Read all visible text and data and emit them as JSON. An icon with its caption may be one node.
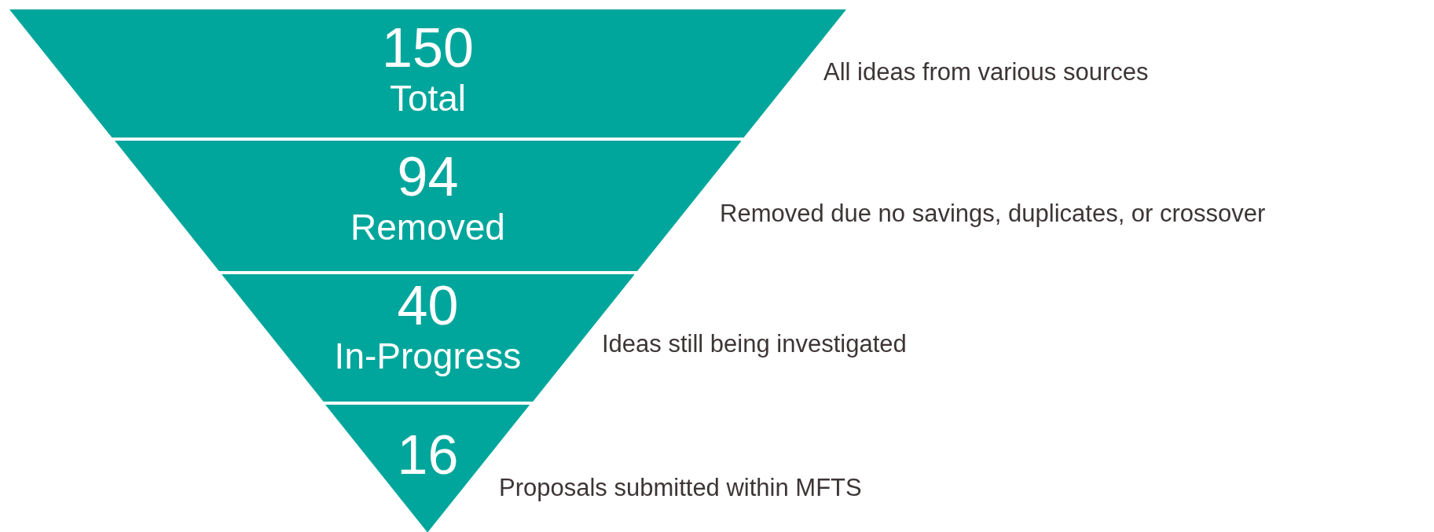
{
  "diagram": {
    "nodes": [
      {
        "text": [
          "150",
          "Total"
        ],
        "beside": [
          "All ideas from various sources"
        ]
      },
      {
        "text": [
          "94",
          "Removed"
        ],
        "beside": [
          "Removed due no savings, duplicates, or crossover"
        ]
      },
      {
        "text": [
          "40",
          "In-Progress"
        ],
        "beside": [
          "Ideas still being investigated"
        ]
      },
      {
        "text": [
          "16"
        ],
        "beside": [
          "Proposals submitted within MFTS"
        ]
      }
    ]
  }
}
